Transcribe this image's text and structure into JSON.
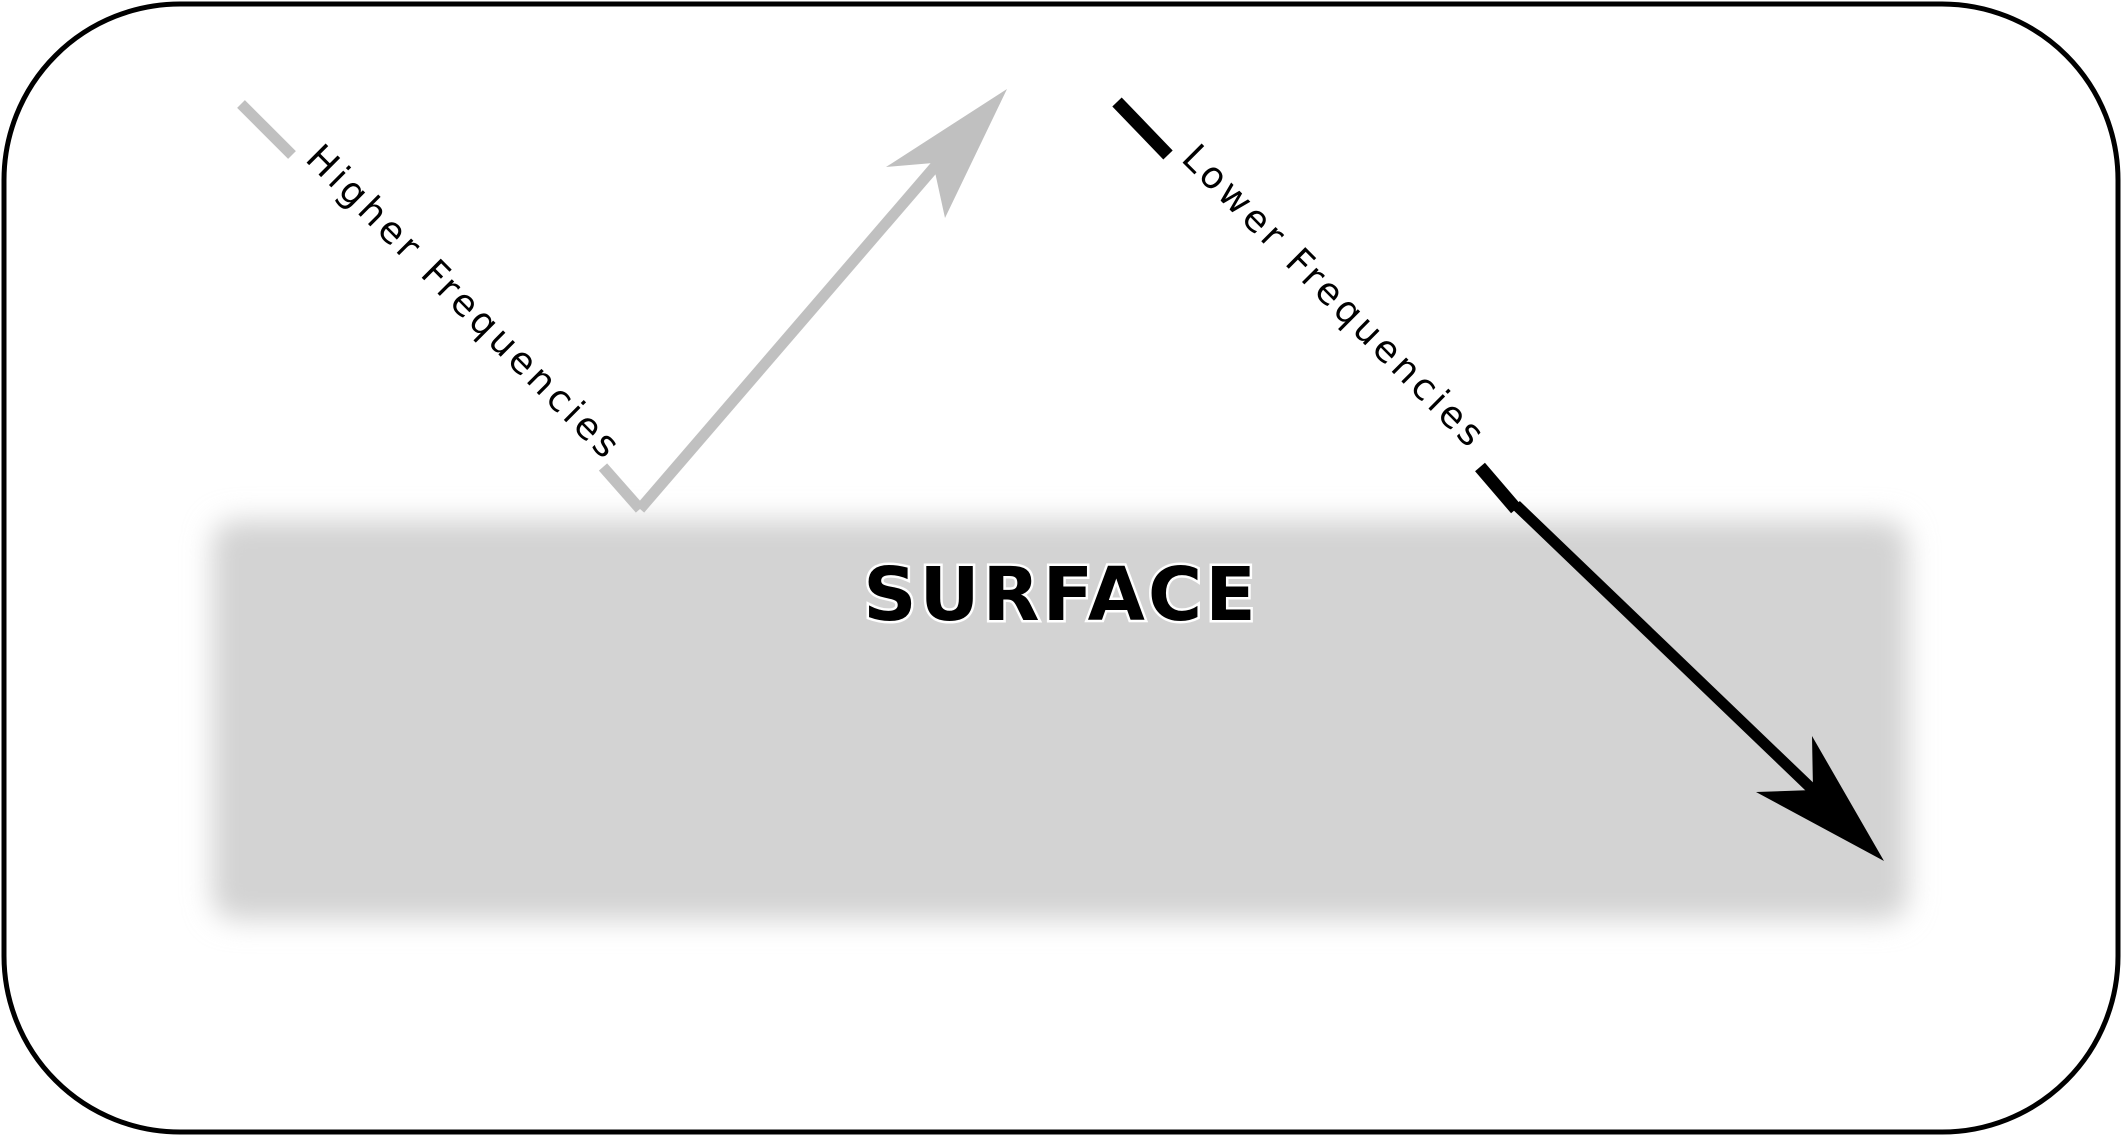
{
  "diagram": {
    "surface_label": "SURFACE",
    "high_freq_label": "Higher Frequencies",
    "low_freq_label": "Lower Frequencies"
  },
  "colors": {
    "frame": "#000000",
    "surface": "#d3d3d3",
    "high_freq_ray": "#c0c0c0",
    "low_freq_ray": "#000000"
  }
}
